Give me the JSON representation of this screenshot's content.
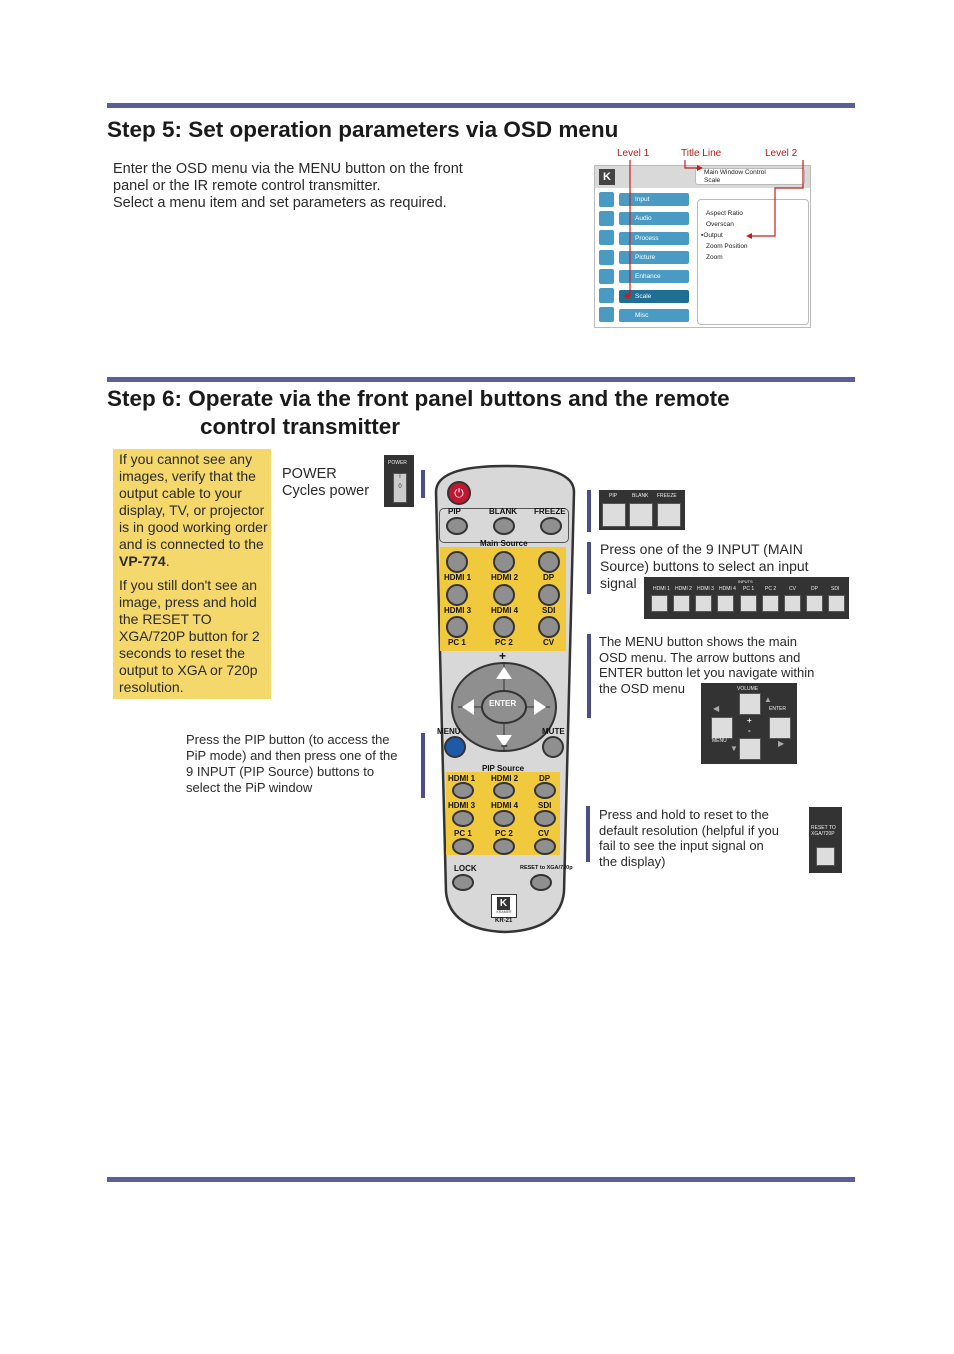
{
  "step5": {
    "title": "Step 5: Set operation parameters via OSD menu",
    "line1": "Enter the OSD menu via the MENU button on the front",
    "line2": "panel or the IR remote control transmitter.",
    "line3": "Select a menu item and set parameters as required."
  },
  "osd": {
    "level1": "Level 1",
    "title_line": "Title Line",
    "level2": "Level 2",
    "title_main": "Main Window Control",
    "title_sub": "Scale",
    "menu": [
      "Input",
      "Audio",
      "Process",
      "Picture",
      "Enhance",
      "Scale",
      "Misc"
    ],
    "submenu": [
      "Aspect Ratio",
      "Overscan",
      "Output",
      "Zoom Position",
      "Zoom"
    ]
  },
  "step6": {
    "title_line1": "Step 6: Operate via the front panel buttons and the remote",
    "title_line2": "control transmitter"
  },
  "note": {
    "lines_a": [
      "If you cannot see any",
      "images, verify that the",
      "output cable to your",
      "display, TV, or projector",
      "is in good working order",
      "and is connected to the"
    ],
    "model": "VP-774",
    "lines_b": [
      "If you still don't see an",
      "image, press and hold",
      "the RESET TO",
      "XGA/720P button for 2",
      "seconds to reset the",
      "output to XGA or 720p",
      "resolution."
    ]
  },
  "power": {
    "label": "POWER",
    "desc": "Cycles power",
    "switch_label": "POWER",
    "on": "I",
    "off": "0"
  },
  "pip_text": [
    "Press  the PIP button (to access the",
    "PiP mode) and then press one of the",
    "9 INPUT (PIP Source) buttons to",
    "select the PiP window"
  ],
  "remote": {
    "top_buttons": [
      "PIP",
      "BLANK",
      "FREEZE"
    ],
    "main_source": "Main Source",
    "main_inputs": [
      "HDMI 1",
      "HDMI 2",
      "DP",
      "HDMI 3",
      "HDMI 4",
      "SDI",
      "PC 1",
      "PC 2",
      "CV"
    ],
    "plus": "+",
    "minus": "–",
    "enter": "ENTER",
    "menu": "MENU",
    "mute": "MUTE",
    "pip_source": "PIP Source",
    "pip_inputs": [
      "HDMI 1",
      "HDMI 2",
      "DP",
      "HDMI 3",
      "HDMI 4",
      "SDI",
      "PC 1",
      "PC 2",
      "CV"
    ],
    "lock": "LOCK",
    "reset": "RESET to XGA/720p",
    "model": "KR-21",
    "brand": "KRAMER"
  },
  "right": {
    "pip_panel": [
      "PIP",
      "BLANK",
      "FREEZE"
    ],
    "input_text": [
      "Press one of the 9 INPUT (MAIN",
      "Source) buttons to select an input",
      "signal"
    ],
    "inputs_panel_title": "INPUTS",
    "inputs_panel": [
      "HDMI 1",
      "HDMI 2",
      "HDMI 3",
      "HDMI 4",
      "PC 1",
      "PC 2",
      "CV",
      "DP",
      "SDI"
    ],
    "menu_text": [
      "The MENU button shows the main",
      "OSD menu. The arrow buttons and",
      "ENTER button let you navigate within",
      "the OSD menu"
    ],
    "volume": "VOLUME",
    "enter": "ENTER",
    "menu": "MENU",
    "plus": "+",
    "minus": "-",
    "reset_text": [
      "Press and hold to reset to the",
      "default resolution (helpful if you",
      "fail to see the input signal on",
      "the display)"
    ],
    "reset_label": "RESET TO XGA/720P"
  }
}
